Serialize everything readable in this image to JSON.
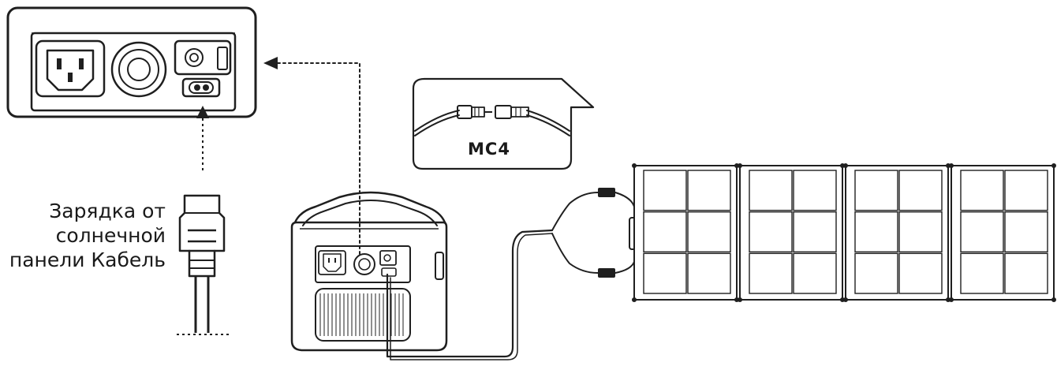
{
  "callout": {
    "connector_name": "MC4"
  },
  "caption": {
    "lines": [
      "Зарядка от",
      "солнечной",
      "панели Кабель"
    ]
  },
  "colors": {
    "line": "#1f1f1f",
    "panel_fill": "#ffffff",
    "background": "#ffffff"
  },
  "solar_panel": {
    "sections": 4,
    "cell_columns_per_section": 2,
    "cell_rows": 3
  }
}
